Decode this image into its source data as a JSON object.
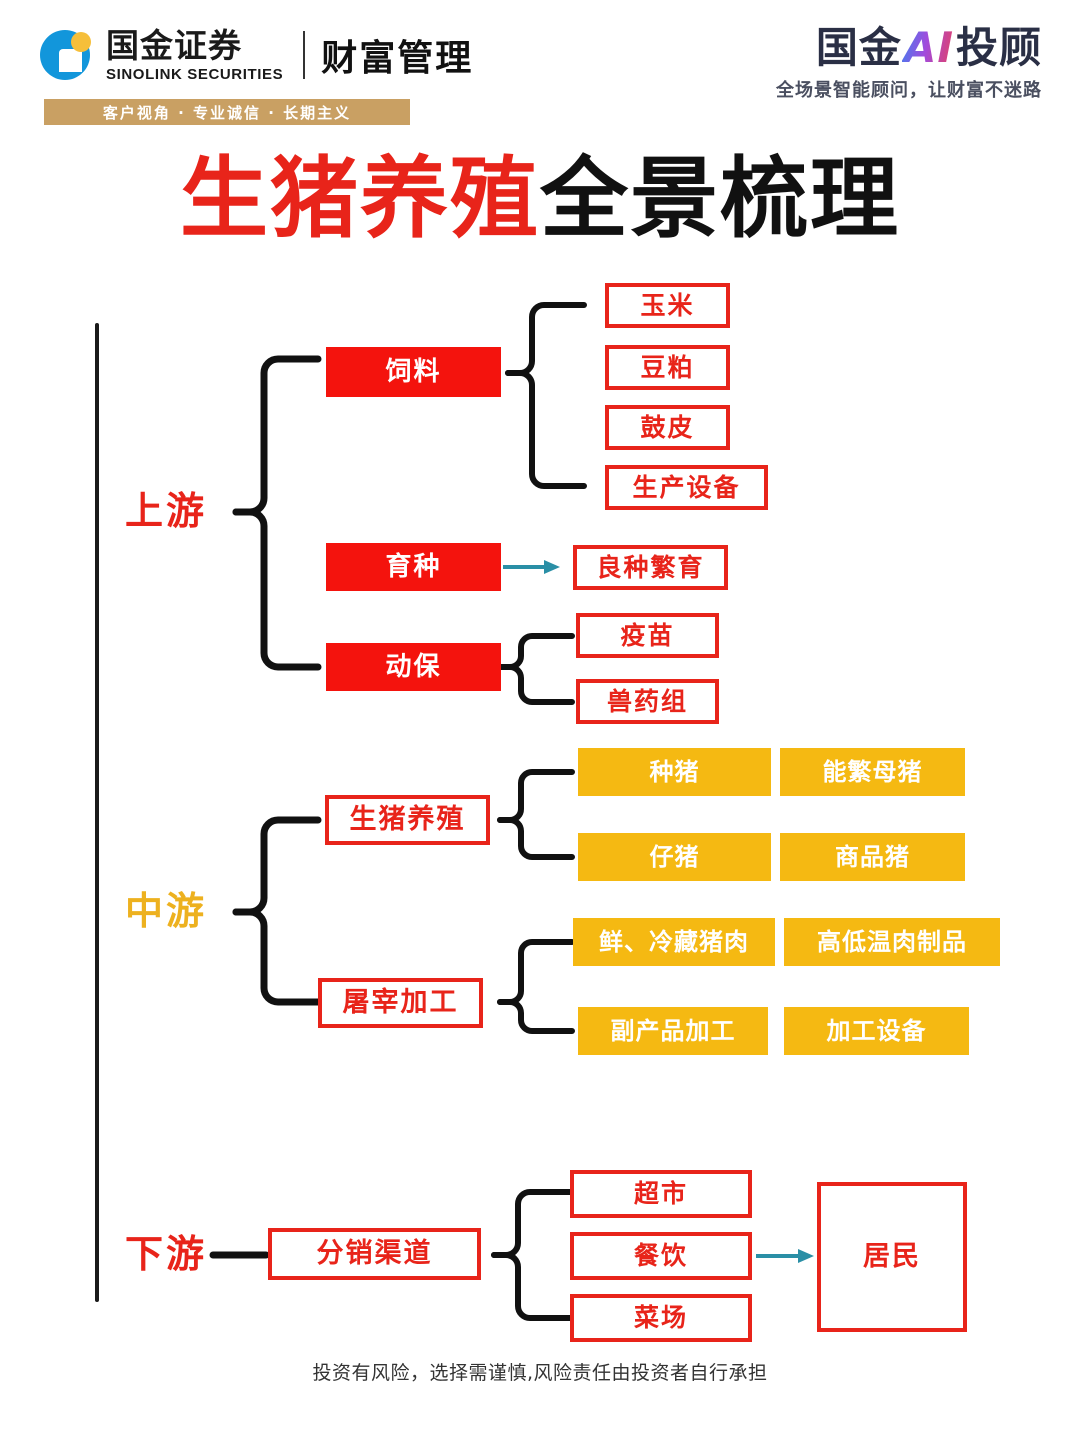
{
  "header": {
    "brand_cn": "国金证券",
    "brand_en": "SINOLINK SECURITIES",
    "brand_division": "财富管理",
    "tagline": "客户视角 · 专业诚信 · 长期主义",
    "ai_title_prefix": "国金",
    "ai_title_glyph": "AI",
    "ai_title_suffix": "投顾",
    "ai_subtitle": "全场景智能顾问，让财富不迷路"
  },
  "title": {
    "red_part": "生猪养殖",
    "black_part": "全景梳理"
  },
  "stages": {
    "upstream": "上游",
    "midstream": "中游",
    "downstream": "下游"
  },
  "upstream": {
    "branches": [
      {
        "name": "饲料",
        "children": [
          "玉米",
          "豆粕",
          "鼓皮",
          "生产设备"
        ]
      },
      {
        "name": "育种",
        "children": [
          "良种繁育"
        ]
      },
      {
        "name": "动保",
        "children": [
          "疫苗",
          "兽药组"
        ]
      }
    ]
  },
  "midstream": {
    "branches": [
      {
        "name": "生猪养殖",
        "children": [
          "种猪",
          "能繁母猪",
          "仔猪",
          "商品猪"
        ]
      },
      {
        "name": "屠宰加工",
        "children": [
          "鲜、冷藏猪肉",
          "高低温肉制品",
          "副产品加工",
          "加工设备"
        ]
      }
    ]
  },
  "downstream": {
    "branches": [
      {
        "name": "分销渠道",
        "children": [
          "超市",
          "餐饮",
          "菜场"
        ]
      }
    ],
    "terminal": "居民"
  },
  "footer": {
    "disclaimer": "投资有风险，选择需谨慎,风险责任由投资者自行承担"
  },
  "colors": {
    "red": "#e8241a",
    "red_fill": "#f4130d",
    "amber": "#f5b912",
    "amber_text": "#edb11f",
    "gold_bar": "#c9a063",
    "logo_blue": "#1296db",
    "logo_yellow": "#f6bf3a",
    "arrow_teal": "#2a8fa6",
    "black": "#111111"
  }
}
